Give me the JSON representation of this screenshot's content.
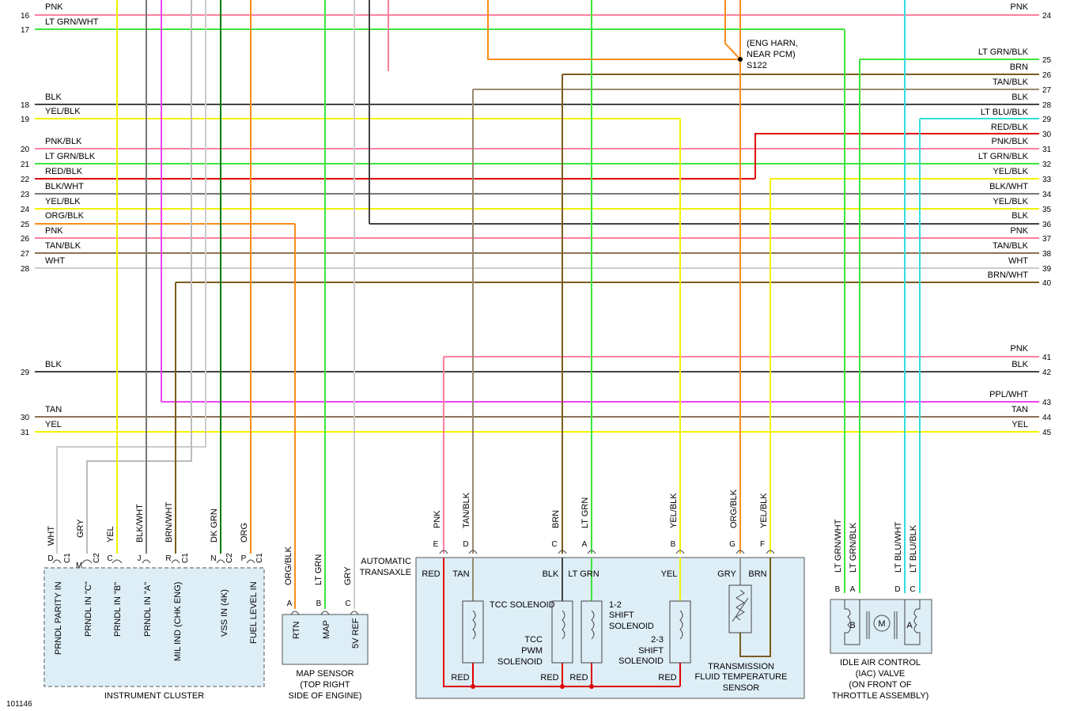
{
  "diagram_id": "101146",
  "left_cavities": [
    {
      "num": "16",
      "label": "PNK",
      "color": "#ff7f9f"
    },
    {
      "num": "17",
      "label": "LT GRN/WHT",
      "color": "#3ce63c"
    },
    {
      "num": "18",
      "label": "BLK",
      "color": "#444444"
    },
    {
      "num": "19",
      "label": "YEL/BLK",
      "color": "#f2f200"
    },
    {
      "num": "20",
      "label": "PNK/BLK",
      "color": "#ff7f9f"
    },
    {
      "num": "21",
      "label": "LT GRN/BLK",
      "color": "#3ce63c"
    },
    {
      "num": "22",
      "label": "RED/BLK",
      "color": "#e00000"
    },
    {
      "num": "23",
      "label": "BLK/WHT",
      "color": "#444444"
    },
    {
      "num": "24",
      "label": "YEL/BLK",
      "color": "#f2f200"
    },
    {
      "num": "25",
      "label": "ORG/BLK",
      "color": "#ff8c1a"
    },
    {
      "num": "26",
      "label": "PNK",
      "color": "#ff7f9f"
    },
    {
      "num": "27",
      "label": "TAN/BLK",
      "color": "#8b7355"
    },
    {
      "num": "28",
      "label": "WHT",
      "color": "#cccccc"
    },
    {
      "num": "29",
      "label": "BLK",
      "color": "#444444"
    },
    {
      "num": "30",
      "label": "TAN",
      "color": "#8b7355"
    },
    {
      "num": "31",
      "label": "YEL",
      "color": "#f2f200"
    }
  ],
  "right_cavities": [
    {
      "num": "24",
      "label": "PNK",
      "color": "#ff7f9f"
    },
    {
      "num": "25",
      "label": "LT GRN/BLK",
      "color": "#3ce63c"
    },
    {
      "num": "",
      "label": "BRN",
      "color": ""
    },
    {
      "num": "26",
      "label": "TAN/BLK",
      "color": "#7a5c1e"
    },
    {
      "num": "27",
      "label": "BLK",
      "color": "#9a8a70"
    },
    {
      "num": "28",
      "label": "LT BLU/BLK",
      "color": "#444444"
    },
    {
      "num": "29",
      "label": "RED/BLK",
      "color": "#33dddd"
    },
    {
      "num": "30",
      "label": "PNK/BLK",
      "color": "#e00000"
    },
    {
      "num": "31",
      "label": "LT GRN/BLK",
      "color": "#ff7f9f"
    },
    {
      "num": "32",
      "label": "YEL/BLK",
      "color": "#3ce63c"
    },
    {
      "num": "33",
      "label": "BLK/WHT",
      "color": "#f2f200"
    },
    {
      "num": "34",
      "label": "YEL/BLK",
      "color": "#777777"
    },
    {
      "num": "35",
      "label": "BLK",
      "color": "#f2f200"
    },
    {
      "num": "36",
      "label": "PNK",
      "color": "#444444"
    },
    {
      "num": "37",
      "label": "TAN/BLK",
      "color": "#ff7f9f"
    },
    {
      "num": "38",
      "label": "WHT",
      "color": "#8b7355"
    },
    {
      "num": "39",
      "label": "BRN/WHT",
      "color": "#cccccc"
    },
    {
      "num": "40",
      "label": "",
      "color": "#7a5c1e"
    },
    {
      "num": "41",
      "label": "PNK",
      "color": "#ff7f9f"
    },
    {
      "num": "42",
      "label": "BLK",
      "color": "#444444"
    },
    {
      "num": "43",
      "label": "PPL/WHT",
      "color": "#ee44ee"
    },
    {
      "num": "44",
      "label": "TAN",
      "color": "#8b7355"
    },
    {
      "num": "45",
      "label": "YEL",
      "color": "#f2f200"
    }
  ],
  "splice": {
    "label_line1": "(ENG HARN,",
    "label_line2": "NEAR PCM)",
    "id": "S122"
  },
  "instrument_cluster": {
    "title": "INSTRUMENT CLUSTER",
    "pins": [
      {
        "pin": "D",
        "conn": "C1",
        "wire": "WHT",
        "func": "PRNDL PARITY IN"
      },
      {
        "pin": "M",
        "conn": "C2",
        "wire": "GRY",
        "func": "PRNDL IN \"C\""
      },
      {
        "pin": "C",
        "conn": "",
        "wire": "YEL",
        "func": "PRNDL IN \"B\""
      },
      {
        "pin": "J",
        "conn": "",
        "wire": "BLK/WHT",
        "func": "PRNDL IN \"A\""
      },
      {
        "pin": "R",
        "conn": "C1",
        "wire": "BRN/WHT",
        "func": "MIL IND (CHK ENG)"
      },
      {
        "pin": "N",
        "conn": "C2",
        "wire": "DK GRN",
        "func": "VSS IN (4K)"
      },
      {
        "pin": "P",
        "conn": "C1",
        "wire": "ORG",
        "func": "FUEL LEVEL IN"
      }
    ]
  },
  "map_sensor": {
    "title_line1": "MAP SENSOR",
    "title_line2": "(TOP RIGHT",
    "title_line3": "SIDE OF ENGINE)",
    "pins": [
      {
        "pin": "A",
        "wire": "ORG/BLK",
        "func": "RTN"
      },
      {
        "pin": "B",
        "wire": "LT GRN",
        "func": "MAP"
      },
      {
        "pin": "C",
        "wire": "GRY",
        "func": "5V REF"
      }
    ]
  },
  "transaxle": {
    "label_line1": "AUTOMATIC",
    "label_line2": "TRANSAXLE",
    "pins": [
      {
        "pin": "E",
        "wire": "PNK",
        "inner": "RED"
      },
      {
        "pin": "D",
        "wire": "TAN/BLK",
        "inner": "TAN"
      },
      {
        "pin": "C",
        "wire": "BRN",
        "inner": "BLK"
      },
      {
        "pin": "A",
        "wire": "LT GRN",
        "inner": "LT GRN"
      },
      {
        "pin": "B",
        "wire": "YEL/BLK",
        "inner": "YEL"
      },
      {
        "pin": "G",
        "wire": "ORG/BLK",
        "inner": "GRY"
      },
      {
        "pin": "F",
        "wire": "YEL/BLK",
        "inner": "BRN"
      }
    ],
    "tcc_solenoid": "TCC SOLENOID",
    "tcc_pwm_line1": "TCC",
    "tcc_pwm_line2": "PWM",
    "tcc_pwm_line3": "SOLENOID",
    "shift12_line1": "1-2",
    "shift12_line2": "SHIFT",
    "shift12_line3": "SOLENOID",
    "shift23_line1": "2-3",
    "shift23_line2": "SHIFT",
    "shift23_line3": "SOLENOID",
    "tft_line1": "TRANSMISSION",
    "tft_line2": "FLUID TEMPERATURE",
    "tft_line3": "SENSOR",
    "red_label": "RED"
  },
  "iac": {
    "title_line1": "IDLE AIR CONTROL",
    "title_line2": "(IAC) VALVE",
    "title_line3": "(ON FRONT OF",
    "title_line4": "THROTTLE ASSEMBLY)",
    "pins": [
      {
        "pin": "B",
        "wire": "LT GRN/WHT"
      },
      {
        "pin": "A",
        "wire": "LT GRN/BLK"
      },
      {
        "pin": "D",
        "wire": "LT BLU/WHT"
      },
      {
        "pin": "C",
        "wire": "LT BLU/BLK"
      }
    ],
    "coil_b": "B",
    "coil_a": "A",
    "motor": "M"
  }
}
